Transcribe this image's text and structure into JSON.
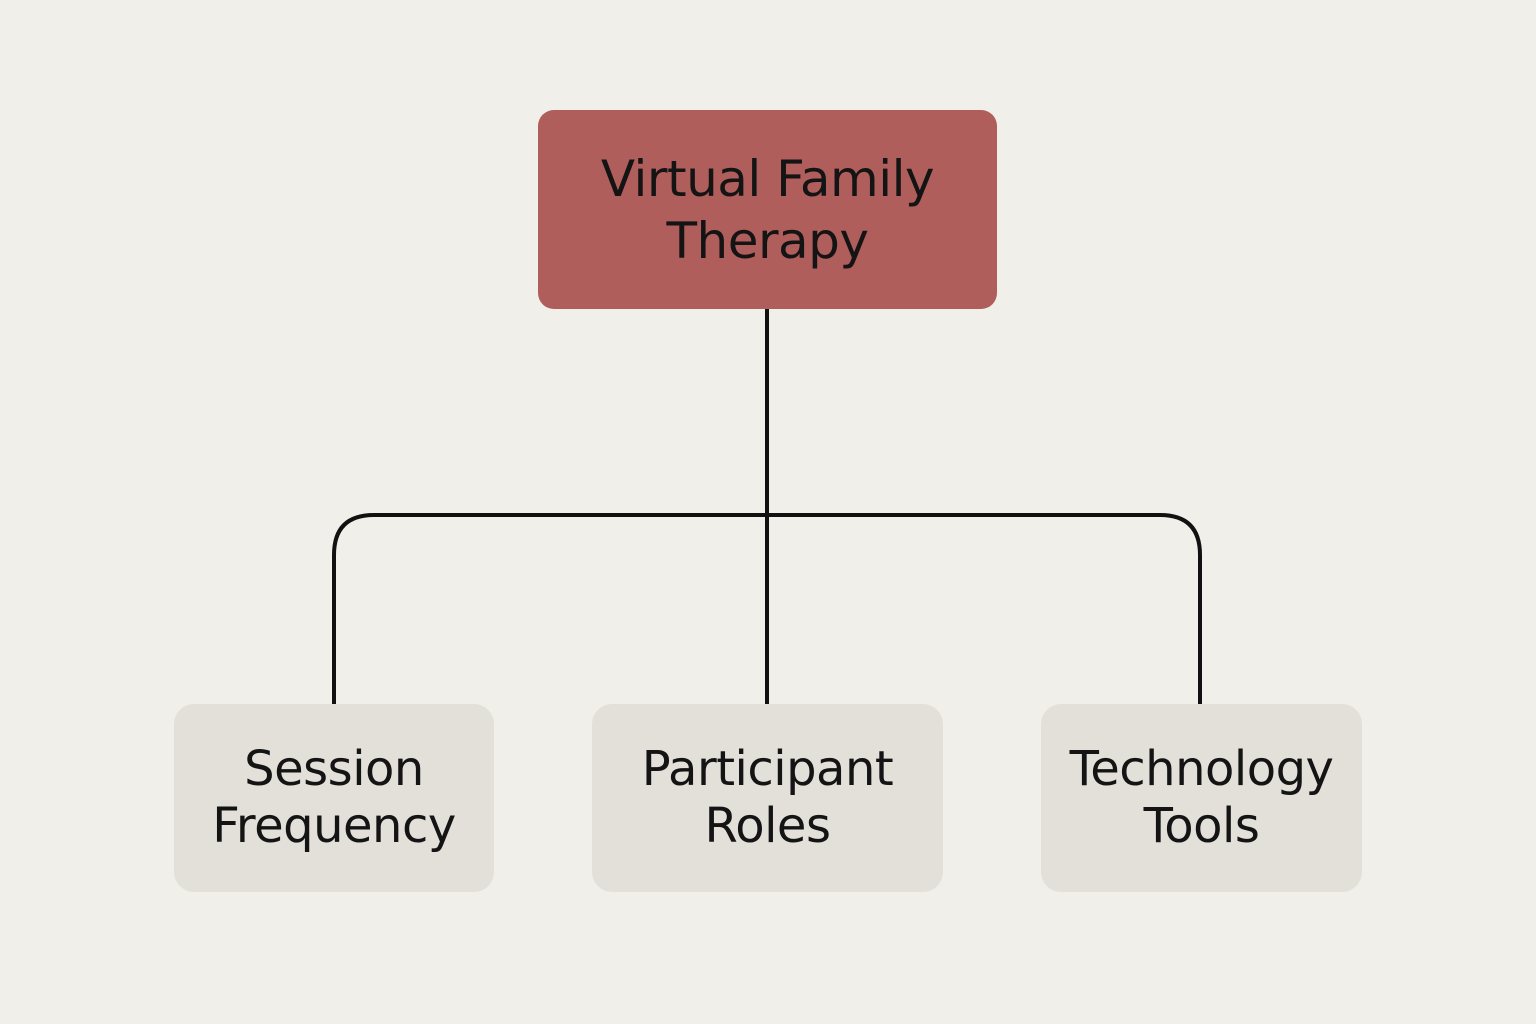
{
  "diagram": {
    "root": {
      "label": "Virtual Family\nTherapy",
      "color": "#b05e5b"
    },
    "children": [
      {
        "label": "Session\nFrequency"
      },
      {
        "label": "Participant\nRoles"
      },
      {
        "label": "Technology\nTools"
      }
    ],
    "child_color": "#e3e0da",
    "connector_color": "#111111",
    "background_color": "#f1efea"
  }
}
